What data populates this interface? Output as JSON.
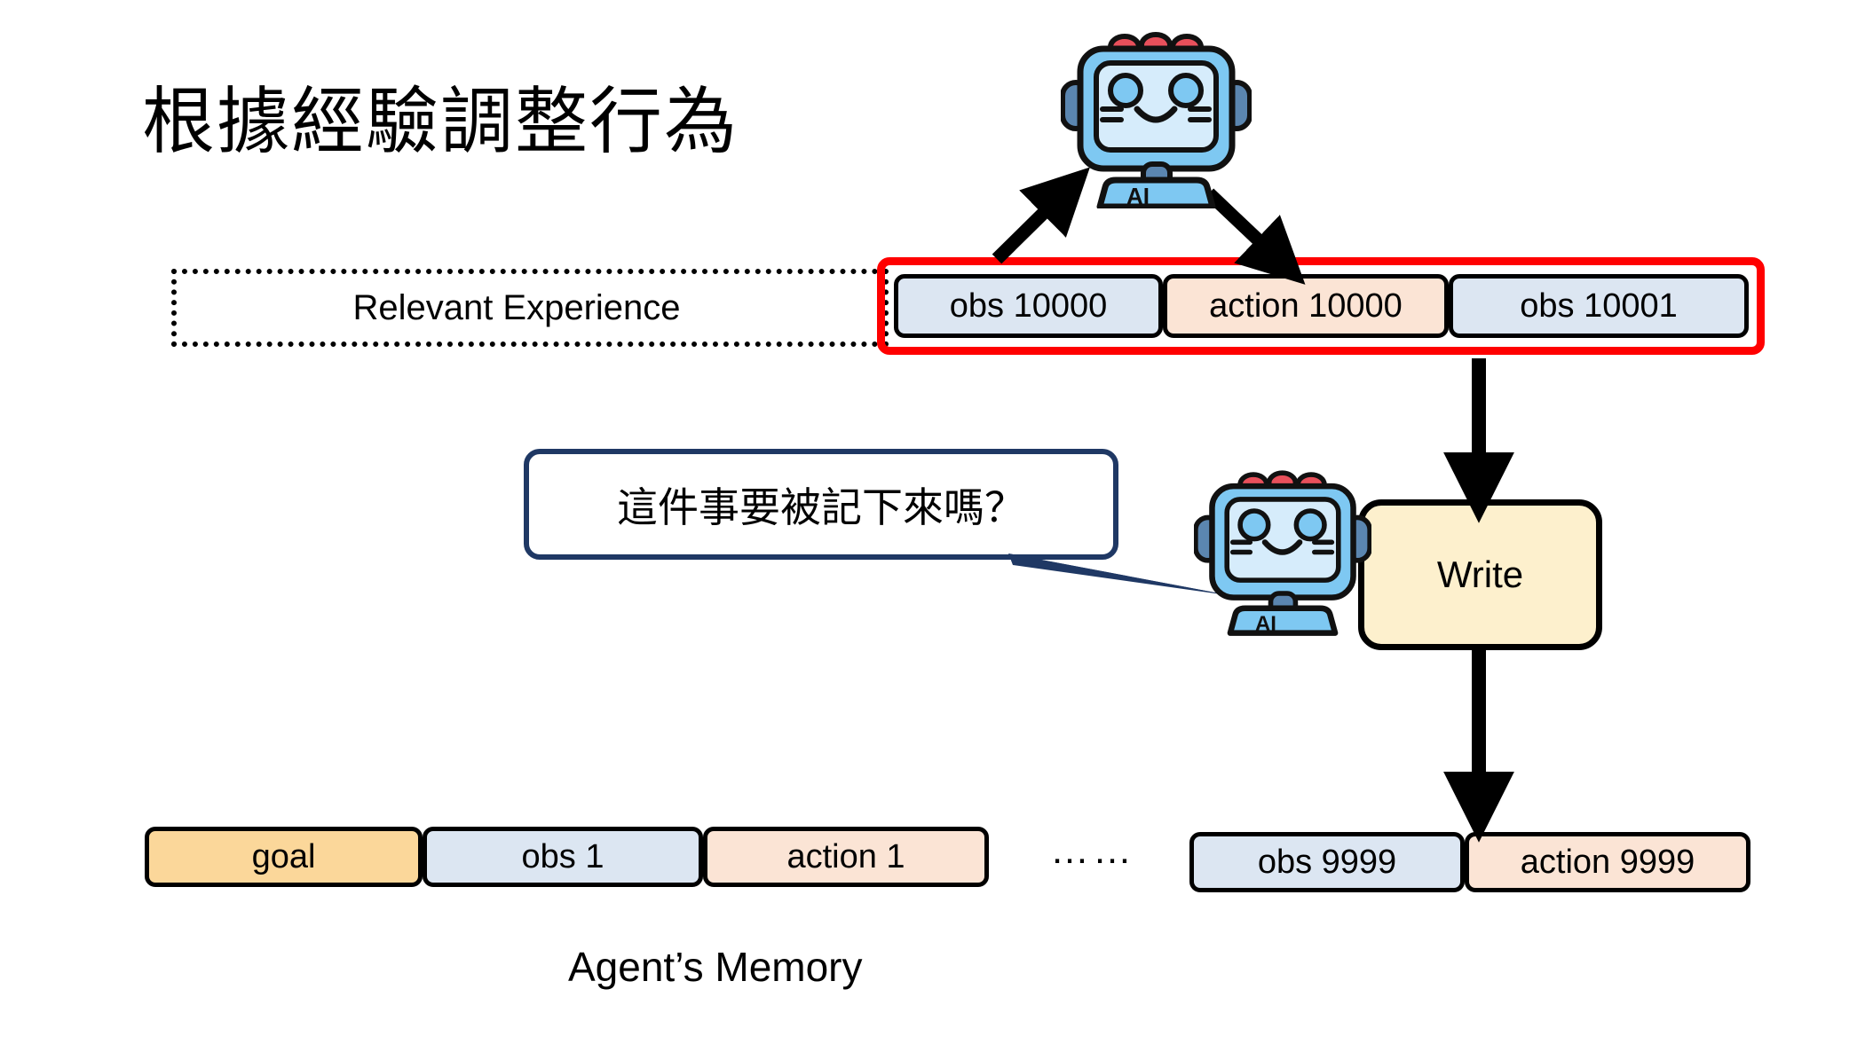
{
  "slide": {
    "title": "根據經驗調整行為",
    "caption": "Agent’s Memory"
  },
  "relevant_experience": {
    "label": "Relevant Experience"
  },
  "highlighted_sequence": {
    "items": [
      {
        "label": "obs 10000",
        "kind": "obs"
      },
      {
        "label": "action 10000",
        "kind": "action"
      },
      {
        "label": "obs 10001",
        "kind": "obs"
      }
    ]
  },
  "speech_bubble": {
    "text": "這件事要被記下來嗎？"
  },
  "write_node": {
    "label": "Write"
  },
  "memory": {
    "left_items": [
      {
        "label": "goal",
        "kind": "goal"
      },
      {
        "label": "obs 1",
        "kind": "obs"
      },
      {
        "label": "action 1",
        "kind": "action"
      }
    ],
    "ellipsis": "……",
    "right_items": [
      {
        "label": "obs 9999",
        "kind": "obs"
      },
      {
        "label": "action 9999",
        "kind": "action"
      }
    ]
  },
  "robots": {
    "badge": "AI"
  },
  "colors": {
    "obs_fill": "#dce6f2",
    "action_fill": "#fbe4d5",
    "goal_fill": "#fbd79a",
    "write_fill": "#fdf0cd",
    "highlight_red": "#ff0000",
    "bubble_stroke": "#1f3864",
    "robot_body": "#7ec8f2",
    "robot_screen": "#d6ecfb",
    "robot_ear": "#5b86b0",
    "robot_button": "#e8505b",
    "outline": "#000000"
  }
}
